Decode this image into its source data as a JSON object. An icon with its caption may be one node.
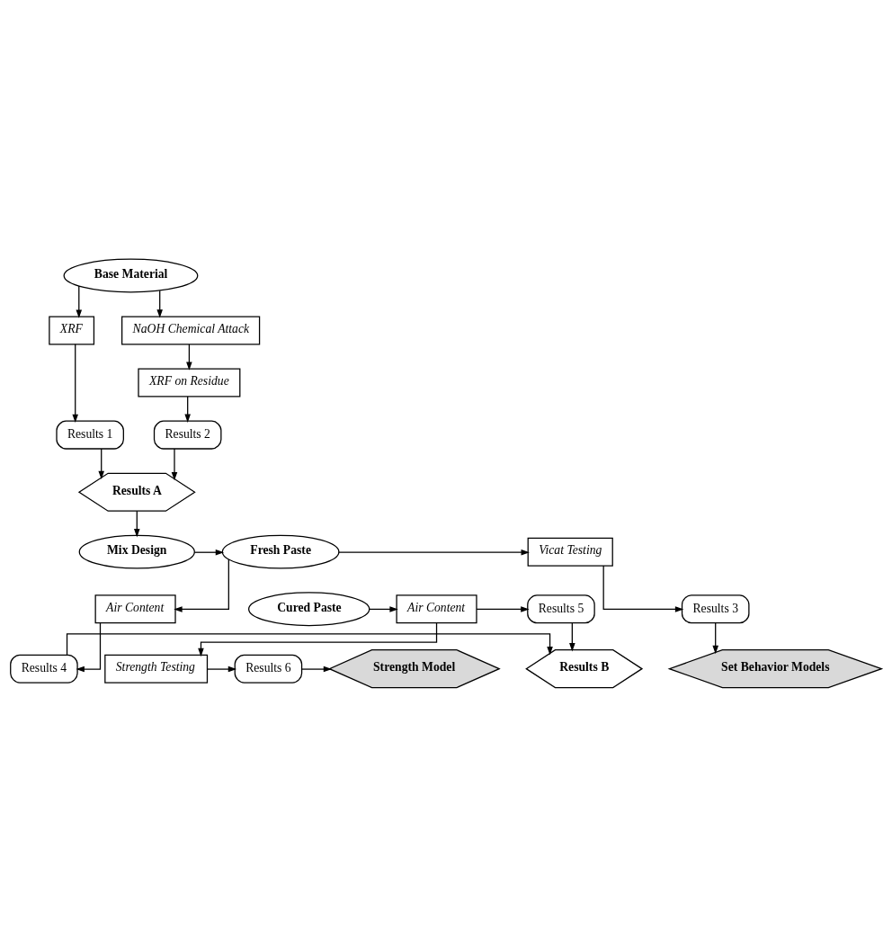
{
  "diagram": {
    "nodes": [
      {
        "text": [
          "Base Material"
        ]
      },
      {
        "text": [
          "XRF"
        ]
      },
      {
        "text": [
          "NaOH Chemical Attack"
        ]
      },
      {
        "text": [
          "XRF on Residue"
        ]
      },
      {
        "text": [
          "Results 1"
        ]
      },
      {
        "text": [
          "Results 2"
        ]
      },
      {
        "text": [
          "Results A"
        ]
      },
      {
        "text": [
          "Mix Design"
        ]
      },
      {
        "text": [
          "Fresh Paste"
        ]
      },
      {
        "text": [
          "Vicat Testing"
        ]
      },
      {
        "text": [
          "Air Content"
        ]
      },
      {
        "text": [
          "Results 3"
        ]
      },
      {
        "text": [
          "Results 4"
        ]
      },
      {
        "text": [
          "Results B"
        ]
      },
      {
        "text": [
          "Set Behavior Models"
        ]
      },
      {
        "text": [
          "Results 5"
        ]
      },
      {
        "text": [
          "Air Content"
        ]
      },
      {
        "text": [
          "Cured Paste"
        ]
      },
      {
        "text": [
          "Strength Testing"
        ]
      },
      {
        "text": [
          "Results 6"
        ]
      },
      {
        "text": [
          "Strength Model"
        ]
      }
    ],
    "edges": [
      {
        "from": 0,
        "to": 1,
        "arrow": "to"
      },
      {
        "from": 0,
        "to": 2,
        "arrow": "to"
      },
      {
        "from": 2,
        "to": 3,
        "arrow": "to"
      },
      {
        "from": 1,
        "to": 4,
        "arrow": "to"
      },
      {
        "from": 3,
        "to": 5,
        "arrow": "to"
      },
      {
        "from": 4,
        "to": 6,
        "arrow": "to"
      },
      {
        "from": 5,
        "to": 6,
        "arrow": "to"
      },
      {
        "from": 6,
        "to": 7,
        "arrow": "to"
      },
      {
        "from": 7,
        "to": 8,
        "arrow": "to"
      },
      {
        "from": 8,
        "to": 9,
        "arrow": "to"
      },
      {
        "from": 8,
        "to": 10,
        "arrow": "to"
      },
      {
        "from": 9,
        "to": 11,
        "arrow": "to"
      },
      {
        "from": 10,
        "to": 12,
        "arrow": "to"
      },
      {
        "from": 11,
        "to": 14,
        "arrow": "to"
      },
      {
        "from": 12,
        "to": 13,
        "arrow": "to"
      },
      {
        "from": 15,
        "to": 13,
        "arrow": "to"
      },
      {
        "from": 16,
        "to": 15,
        "arrow": "to"
      },
      {
        "from": 17,
        "to": 16,
        "arrow": "to"
      },
      {
        "from": 16,
        "to": 18,
        "arrow": "to"
      },
      {
        "from": 18,
        "to": 19,
        "arrow": "to"
      },
      {
        "from": 19,
        "to": 20,
        "arrow": "to"
      }
    ]
  }
}
